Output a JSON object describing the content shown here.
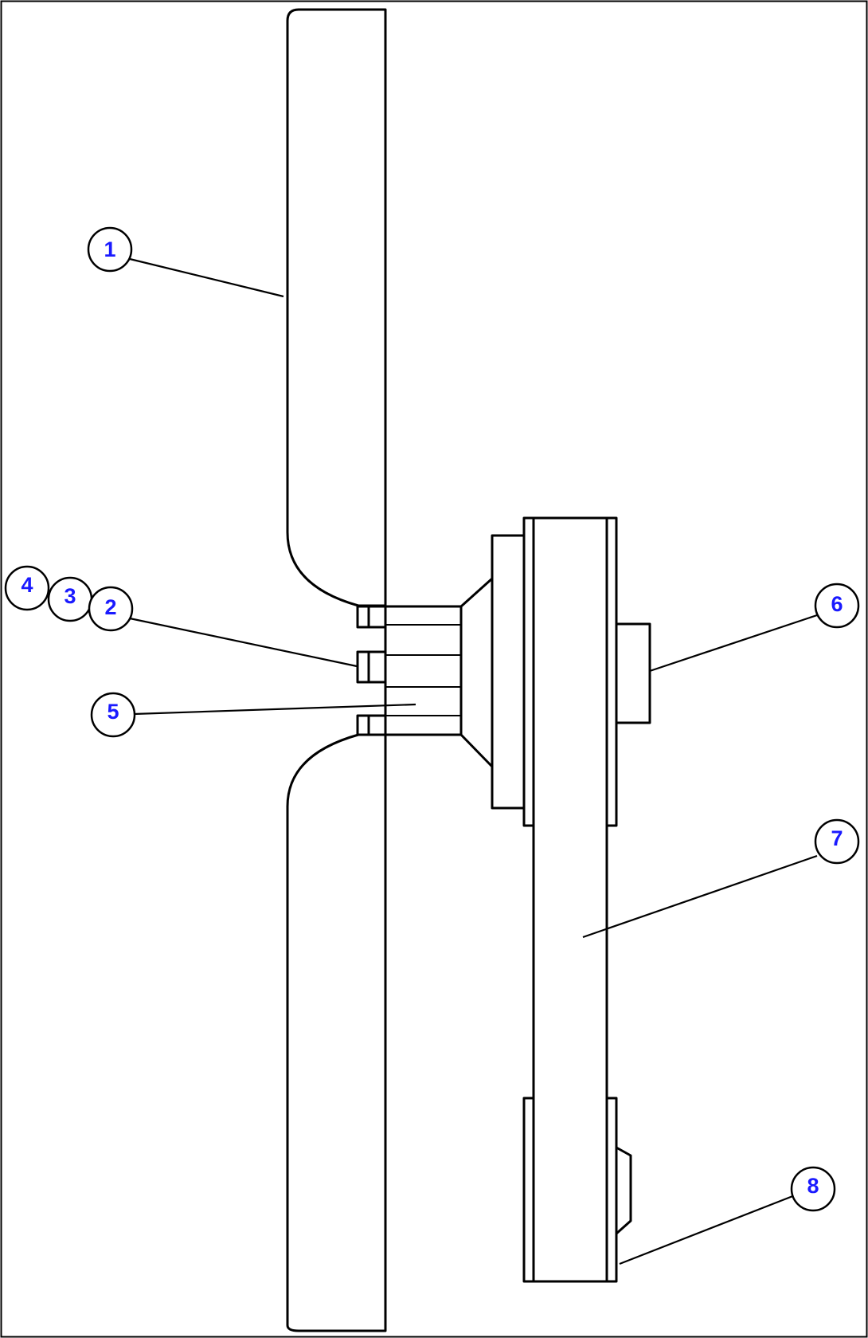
{
  "colors": {
    "line": "#000000",
    "background": "#ffffff",
    "callout_number": "#1a1aff"
  },
  "callouts": {
    "c1": "1",
    "c2": "2",
    "c3": "3",
    "c4": "4",
    "c5": "5",
    "c6": "6",
    "c7": "7",
    "c8": "8"
  }
}
